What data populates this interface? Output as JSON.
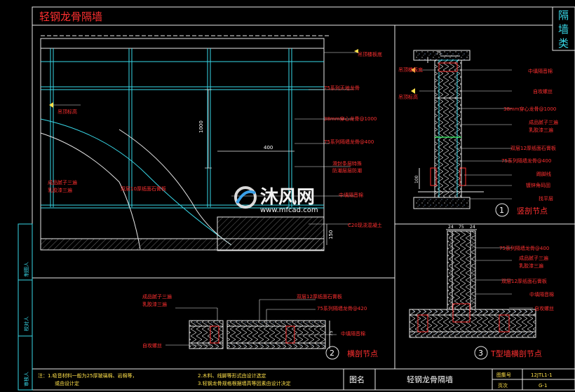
{
  "drawing": {
    "title": "轻钢龙骨隔墙",
    "category": "隔墙类",
    "category_chars": [
      "隔",
      "墙",
      "类"
    ]
  },
  "elevation": {
    "labels": {
      "top_right": "吊顶楼板底",
      "frame_top": "75系列天地龙骨",
      "stud_center": "38mm穿心龙骨@1000",
      "stud_spacing": "75系列隔墙龙骨@400",
      "filler": "滑封条层特殊",
      "filler2": "防潮层层防潮",
      "soundproof": "中填隔音棉",
      "concrete": "C20现浇混凝土",
      "left_mark": "吊顶标高",
      "left_coat1": "成品腻子三遍",
      "left_coat2": "乳胶漆三遍",
      "board": "双层10厚纸面石膏板"
    },
    "dims": {
      "height": "1000",
      "spacing": "400",
      "base": "150"
    }
  },
  "vertical_section": {
    "title": "竖剖节点",
    "number": "1",
    "labels": {
      "left1": "吊顶楼板底",
      "left2": "吊顶标高",
      "r1": "中填隔音棉",
      "r2": "自攻螺丝",
      "r3": "38mm穿心龙骨@1000",
      "r4a": "成品腻子三遍",
      "r4b": "乳胶漆三遍",
      "r5": "双层12厚纸面石膏板",
      "r6": "75系列隔墙龙骨@400",
      "r7": "踢脚线",
      "r8": "镀锌角码固",
      "r9": "找平层"
    },
    "dims": {
      "d1": "75",
      "d2": "100"
    }
  },
  "horizontal_section": {
    "title": "横剖节点",
    "number": "2",
    "labels": {
      "l1": "成品腻子三遍",
      "l2": "乳胶漆三遍",
      "r1": "双层12厚纸面石膏板",
      "r2": "75系列隔墙龙骨@420",
      "r3": "中填隔音棉",
      "l3": "自攻螺丝"
    },
    "dims": {
      "d1": "75"
    }
  },
  "t_section": {
    "title": "T型墙横剖节点",
    "number": "3",
    "labels": {
      "r1": "75系列隔墙龙骨@400",
      "r2": "成品腻子三遍",
      "r3": "乳胶漆三遍",
      "r4": "双层12厚纸面石膏板",
      "r5": "中填隔音棉",
      "r6": "自攻螺丝"
    },
    "dims": {
      "d1": "24",
      "d2": "75",
      "d3": "24"
    }
  },
  "side_panel": [
    "制图人",
    "校对人",
    "审核人"
  ],
  "notes": {
    "line1": "注：1.吸音材料一般为25厚玻璃棉、岩棉等，",
    "line1b": "2.木料、线脚等形式由设计选定",
    "line2": "或由设计定",
    "line2b": "3.轻钢龙骨规格根据墙高等因素由设计决定"
  },
  "title_block": {
    "name_label": "图名",
    "name_value": "轻钢龙骨隔墙",
    "drawing_no_label": "图集号",
    "drawing_no_value": "12JTL1-1",
    "page_label": "页次",
    "page_value": "G-1"
  },
  "watermark": {
    "brand": "沐风网",
    "url": "www.mfcad.com"
  },
  "colors": {
    "background": "#000000",
    "line": "#e8e8e8",
    "dim": "#38d8e8",
    "label": "#ff3030",
    "accent": "#ffe14a"
  }
}
